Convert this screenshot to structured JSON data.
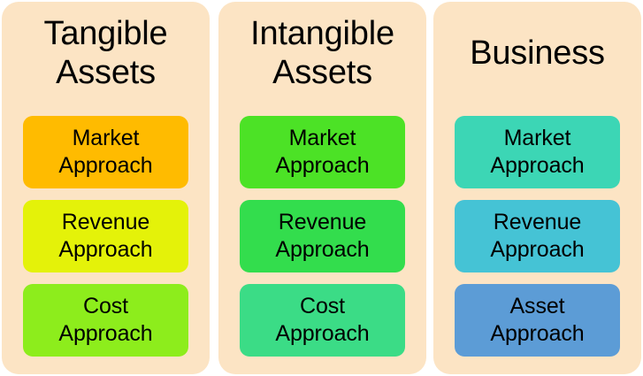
{
  "page": {
    "background_color": "#ffffff",
    "panel_background_color": "#fce4c4",
    "text_color": "#000000"
  },
  "columns": [
    {
      "id": "tangible-assets",
      "title": "Tangible\nAssets",
      "cards": [
        {
          "label": "Market\nApproach",
          "color": "#ffbb00"
        },
        {
          "label": "Revenue\nApproach",
          "color": "#e4f209"
        },
        {
          "label": "Cost\nApproach",
          "color": "#8ded1c"
        }
      ]
    },
    {
      "id": "intangible-assets",
      "title": "Intangible\nAssets",
      "cards": [
        {
          "label": "Market\nApproach",
          "color": "#4ce226"
        },
        {
          "label": "Revenue\nApproach",
          "color": "#33dd4d"
        },
        {
          "label": "Cost\nApproach",
          "color": "#3bdc86"
        }
      ]
    },
    {
      "id": "business",
      "title": "Business",
      "cards": [
        {
          "label": "Market\nApproach",
          "color": "#3cd6b5"
        },
        {
          "label": "Revenue\nApproach",
          "color": "#45c3d5"
        },
        {
          "label": "Asset\nApproach",
          "color": "#5c9cd6"
        }
      ]
    }
  ]
}
